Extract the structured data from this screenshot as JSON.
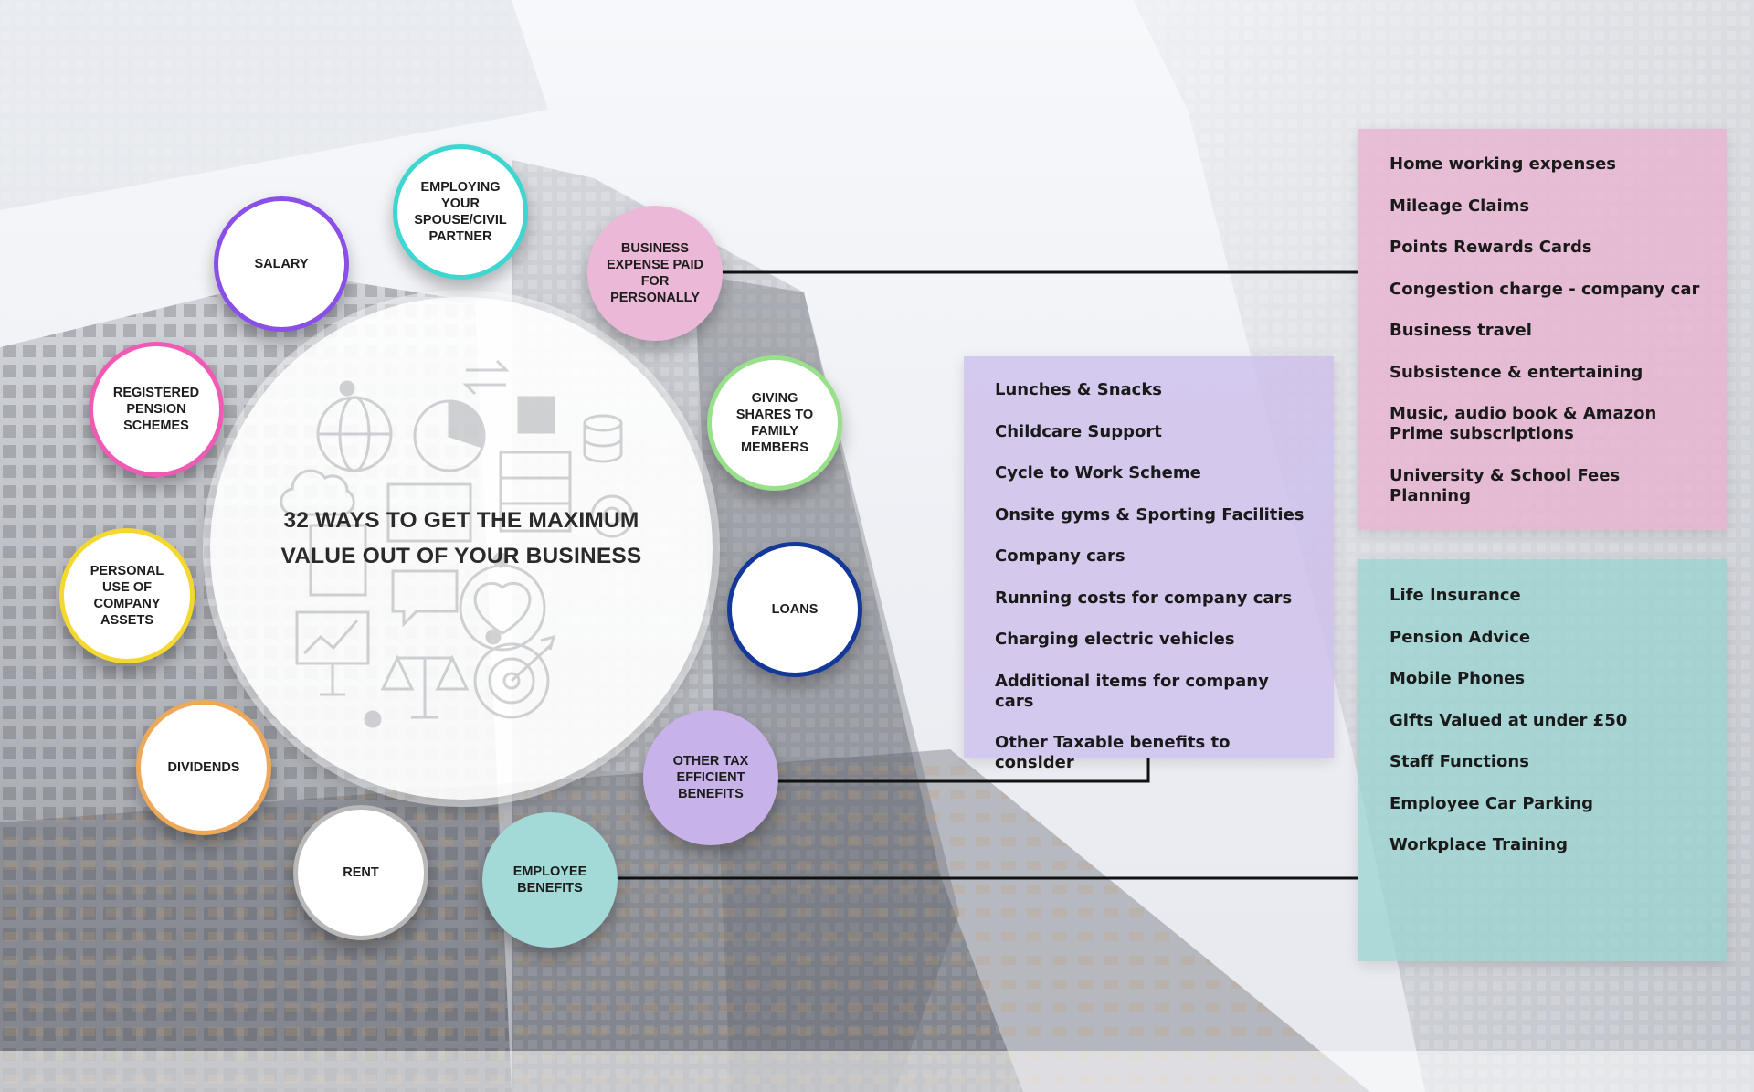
{
  "title": "32 WAYS TO GET THE MAXIMUM VALUE OUT OF YOUR BUSINESS",
  "colors": {
    "salary": "#8a4fe8",
    "spouse": "#3dd6d0",
    "business_expense": "#ebb9d7",
    "giving_shares": "#98e08a",
    "loans": "#13389a",
    "other_tax": "#c7b3ea",
    "employee_benefits": "#a3dad8",
    "rent": "#b8b8b8",
    "dividends": "#eea85a",
    "personal_use": "#f5d82f",
    "pension": "#f05ab4"
  },
  "nodes": {
    "salary": "SALARY",
    "spouse": "EMPLOYING YOUR SPOUSE/CIVIL PARTNER",
    "business_expense": "BUSINESS EXPENSE PAID FOR PERSONALLY",
    "giving_shares": "GIVING SHARES TO FAMILY MEMBERS",
    "loans": "LOANS",
    "other_tax": "OTHER TAX EFFICIENT BENEFITS",
    "employee_benefits": "EMPLOYEE BENEFITS",
    "rent": "RENT",
    "dividends": "DIVIDENDS",
    "personal_use": "PERSONAL USE OF COMPANY ASSETS",
    "pension": "REGISTERED PENSION SCHEMES"
  },
  "panels": {
    "business_expense": {
      "items": [
        "Home working expenses",
        "Mileage Claims",
        "Points Rewards Cards",
        "Congestion charge - company car",
        "Business travel",
        "Subsistence & entertaining",
        "Music, audio book & Amazon Prime subscriptions",
        "University & School Fees Planning"
      ]
    },
    "other_tax": {
      "items": [
        "Lunches & Snacks",
        "Childcare Support",
        "Cycle to Work Scheme",
        "Onsite gyms & Sporting Facilities",
        "Company cars",
        "Running costs for company cars",
        "Charging electric vehicles",
        "Additional items for company cars",
        "Other Taxable benefits to consider"
      ]
    },
    "employee_benefits": {
      "items": [
        "Life Insurance",
        "Pension Advice",
        "Mobile Phones",
        "Gifts Valued at under £50",
        "Staff Functions",
        "Employee Car Parking",
        "Workplace Training"
      ]
    }
  }
}
